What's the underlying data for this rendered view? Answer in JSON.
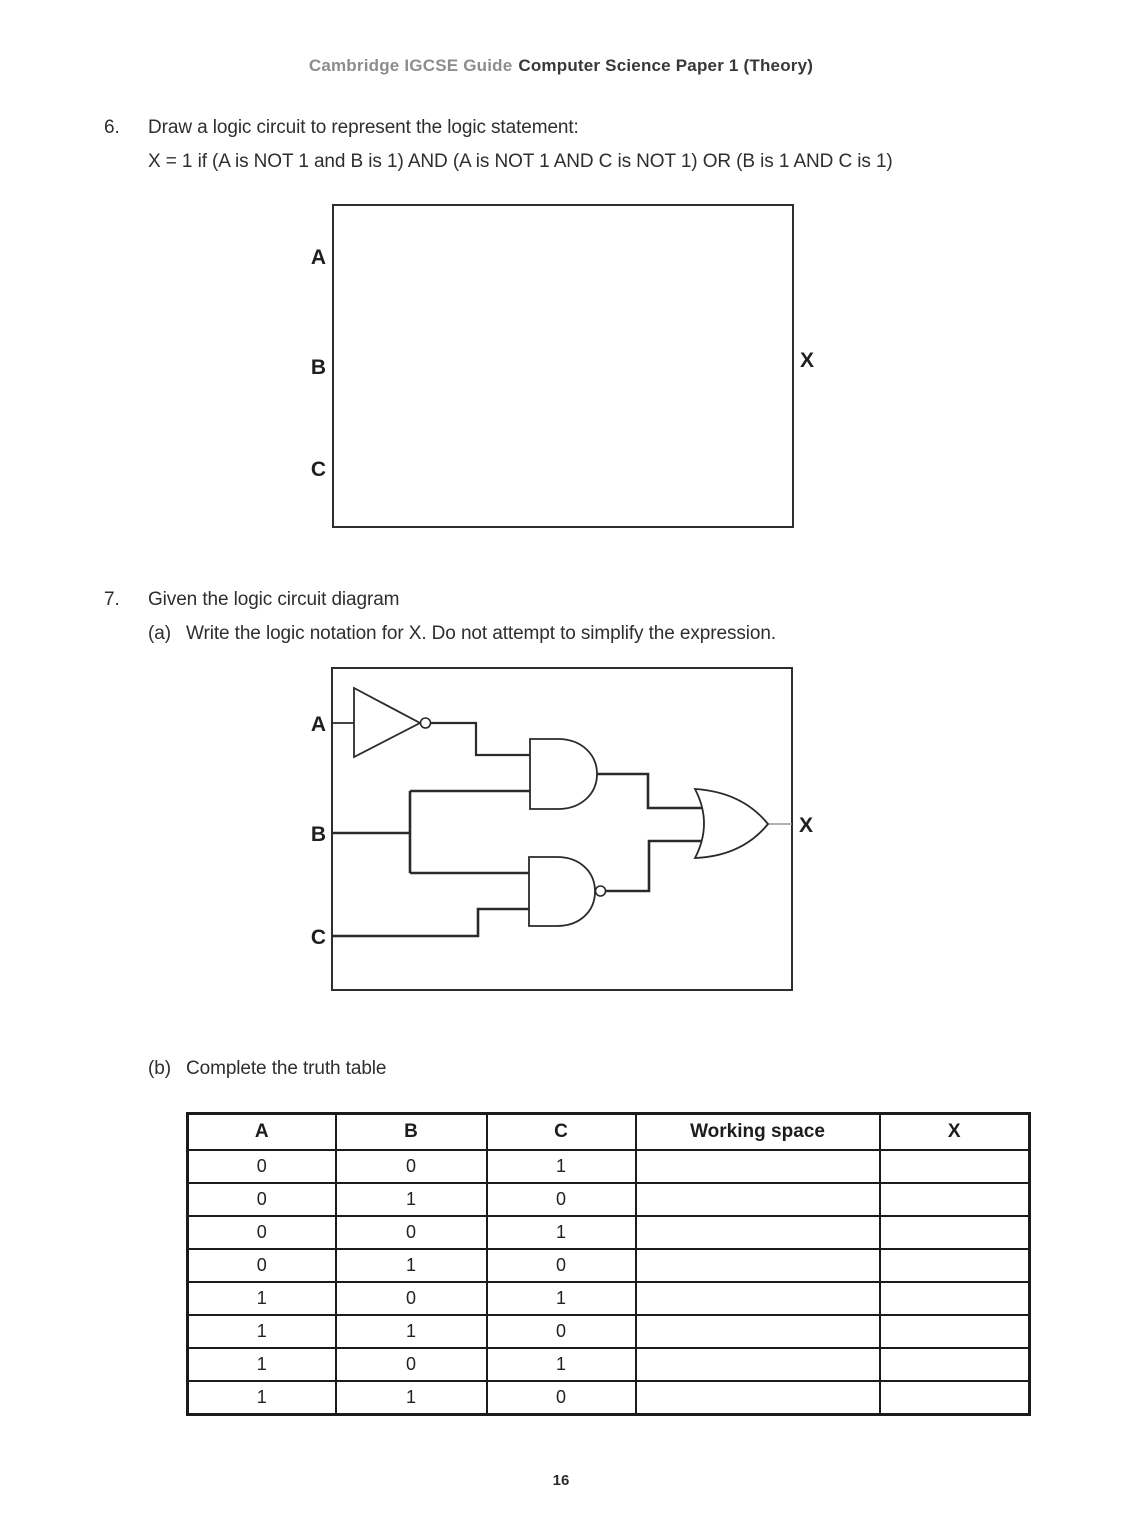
{
  "header": {
    "brand": "Cambridge IGCSE Guide",
    "title": "Computer Science Paper 1 (Theory)"
  },
  "q6": {
    "number": "6.",
    "prompt": "Draw a logic circuit to represent the logic statement:",
    "statement": "X = 1 if (A is NOT 1 and B is 1) AND (A is NOT 1 AND C is NOT 1) OR (B is 1 AND C is 1)",
    "inputs": [
      "A",
      "B",
      "C"
    ],
    "output": "X"
  },
  "q7": {
    "number": "7.",
    "prompt": "Given the logic circuit diagram",
    "part_a_label": "(a)",
    "part_a_text": "Write the logic notation for X. Do not attempt to simplify the expression.",
    "part_b_label": "(b)",
    "part_b_text": "Complete the truth table",
    "circuit": {
      "inputs": [
        "A",
        "B",
        "C"
      ],
      "output": "X",
      "gates": [
        "NOT",
        "AND",
        "NAND",
        "OR"
      ]
    }
  },
  "truth_table": {
    "headers": [
      "A",
      "B",
      "C",
      "Working space",
      "X"
    ],
    "rows": [
      [
        "0",
        "0",
        "1",
        "",
        ""
      ],
      [
        "0",
        "1",
        "0",
        "",
        ""
      ],
      [
        "0",
        "0",
        "1",
        "",
        ""
      ],
      [
        "0",
        "1",
        "0",
        "",
        ""
      ],
      [
        "1",
        "0",
        "1",
        "",
        ""
      ],
      [
        "1",
        "1",
        "0",
        "",
        ""
      ],
      [
        "1",
        "0",
        "1",
        "",
        ""
      ],
      [
        "1",
        "1",
        "0",
        "",
        ""
      ]
    ]
  },
  "page_number": "16",
  "colors": {
    "text": "#2e2e2e",
    "brand_gray": "#8d8d8d",
    "title_dark": "#383838",
    "table_border": "#1b1b1b"
  }
}
